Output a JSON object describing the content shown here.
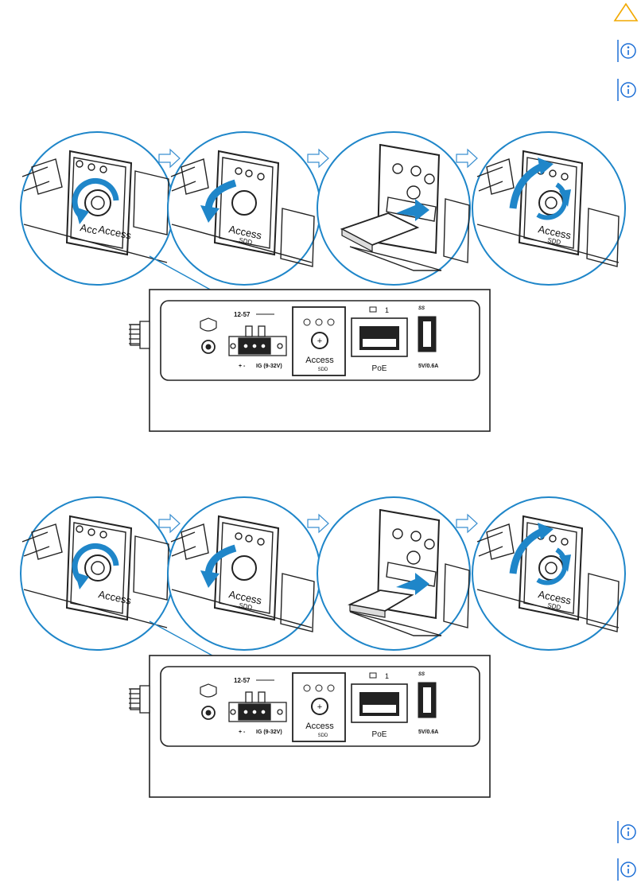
{
  "colors": {
    "warning": "#f2a900",
    "info": "#1d6fd6",
    "arrow_blue": "#1f86c9",
    "outline": "#222222",
    "step_arrow": "#3b8fd0"
  },
  "icons": {
    "top": [
      "warning-icon",
      "info-icon",
      "info-icon"
    ],
    "bottom": [
      "info-icon",
      "info-icon"
    ]
  },
  "figures": [
    {
      "steps": [
        "open-cover",
        "lift-cover",
        "insert-sd-card",
        "close-cover"
      ],
      "card_type": "SD card",
      "panel": {
        "power_label": "12-57",
        "ig_label": "IG (9-32V)",
        "plus_minus": "+   -",
        "access_label": "Access",
        "sd_label": "SDD",
        "lan_number": "1",
        "poe_label": "PoE",
        "usb_label": "5V/0.6A",
        "usb_logo": "SS"
      },
      "circle_texts": [
        "Access",
        "SDD"
      ]
    },
    {
      "steps": [
        "open-cover",
        "lift-cover",
        "insert-microsd-card",
        "close-cover"
      ],
      "card_type": "microSD card",
      "panel": {
        "power_label": "12-57",
        "ig_label": "IG (9-32V)",
        "plus_minus": "+   -",
        "access_label": "Access",
        "sd_label": "SDD",
        "lan_number": "1",
        "poe_label": "PoE",
        "usb_label": "5V/0.6A",
        "usb_logo": "SS"
      },
      "circle_texts": [
        "Access",
        "SDD"
      ]
    }
  ]
}
